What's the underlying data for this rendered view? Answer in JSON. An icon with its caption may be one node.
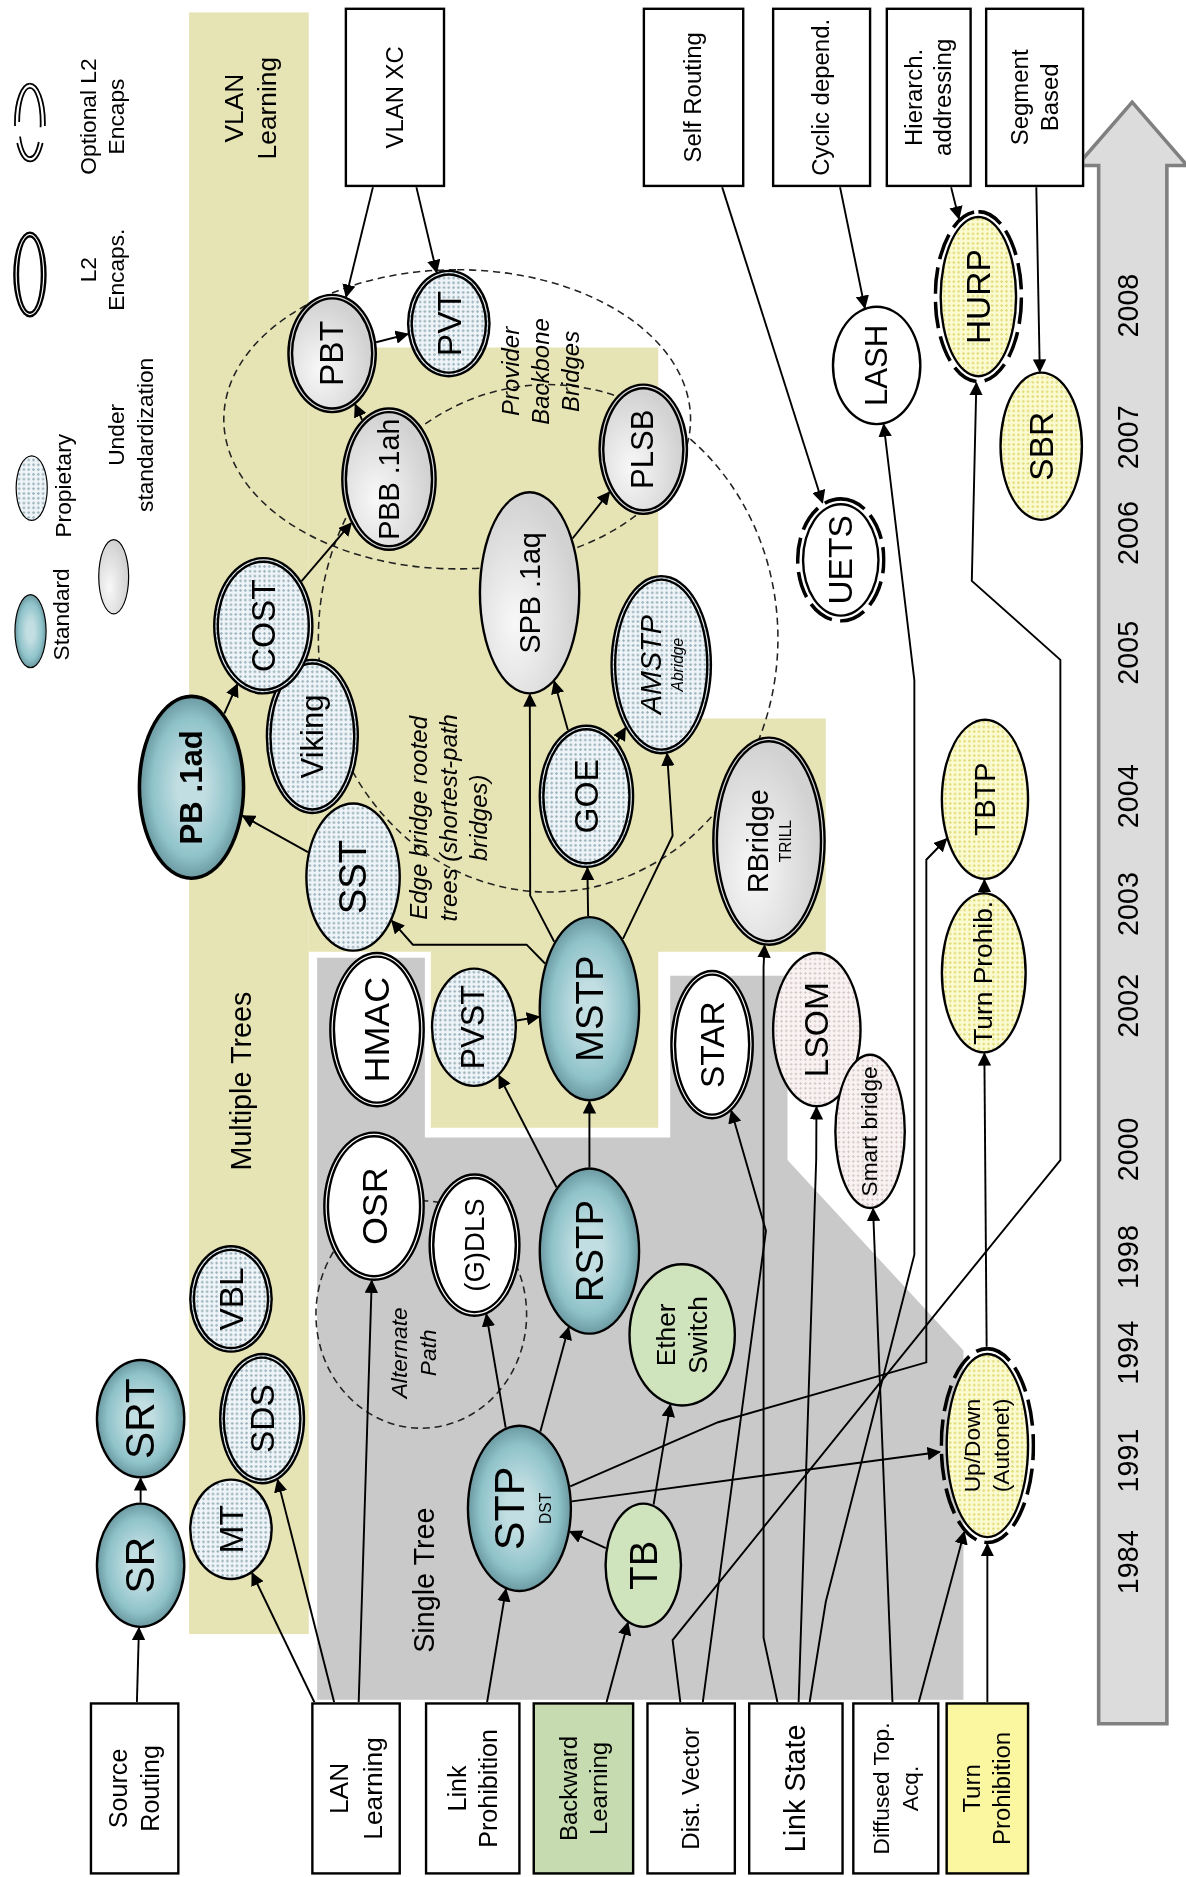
{
  "diagram": {
    "nodes": [
      {
        "text": [
          "Source Routing"
        ]
      },
      {
        "text": [
          "LAN Learning"
        ]
      },
      {
        "text": [
          "Link Prohibition"
        ]
      },
      {
        "text": [
          "Backward Learning"
        ]
      },
      {
        "text": [
          "Dist. Vector"
        ]
      },
      {
        "text": [
          "Link State"
        ]
      },
      {
        "text": [
          "Diffused Top. Acq."
        ]
      },
      {
        "text": [
          "Turn Prohibition"
        ]
      },
      {
        "text": [
          "SR"
        ]
      },
      {
        "text": [
          "SRT"
        ]
      },
      {
        "text": [
          "MT"
        ]
      },
      {
        "text": [
          "SDS"
        ]
      },
      {
        "text": [
          "VBL"
        ]
      },
      {
        "text": [
          "STP",
          "DST"
        ]
      },
      {
        "text": [
          "TB"
        ]
      },
      {
        "text": [
          "OSR"
        ]
      },
      {
        "text": [
          "(G)DLS"
        ]
      },
      {
        "text": [
          "RSTP"
        ]
      },
      {
        "text": [
          "Ether Switch"
        ]
      },
      {
        "text": [
          "HMAC"
        ]
      },
      {
        "text": [
          "PVST"
        ]
      },
      {
        "text": [
          "MSTP"
        ]
      },
      {
        "text": [
          "STAR"
        ]
      },
      {
        "text": [
          "LSOM"
        ]
      },
      {
        "text": [
          "Smart bridge"
        ]
      },
      {
        "text": [
          "Up/Down (Autonet)"
        ]
      },
      {
        "text": [
          "Turn Prohib."
        ]
      },
      {
        "text": [
          "TBTP"
        ]
      },
      {
        "text": [
          "SST"
        ]
      },
      {
        "text": [
          "PB .1ad"
        ]
      },
      {
        "text": [
          "Viking"
        ]
      },
      {
        "text": [
          "COST"
        ]
      },
      {
        "text": [
          "GOE"
        ]
      },
      {
        "text": [
          "AMSTP",
          "Abridge"
        ]
      },
      {
        "text": [
          "SPB .1aq"
        ]
      },
      {
        "text": [
          "RBridge",
          "TRILL"
        ]
      },
      {
        "text": [
          "PBB .1ah"
        ]
      },
      {
        "text": [
          "PBT"
        ]
      },
      {
        "text": [
          "PVT"
        ]
      },
      {
        "text": [
          "PLSB"
        ]
      },
      {
        "text": [
          "UETS"
        ]
      },
      {
        "text": [
          "LASH"
        ]
      },
      {
        "text": [
          "HURP"
        ]
      },
      {
        "text": [
          "SBR"
        ]
      },
      {
        "text": [
          "VLAN XC"
        ]
      },
      {
        "text": [
          "Self Routing"
        ]
      },
      {
        "text": [
          "Cyclic depend."
        ]
      },
      {
        "text": [
          "Hierarch. addressing"
        ]
      },
      {
        "text": [
          "Segment Based"
        ]
      }
    ],
    "edges": [
      {
        "from": 0,
        "to": 8,
        "arrow": "to"
      },
      {
        "from": 8,
        "to": 9,
        "arrow": "to"
      },
      {
        "from": 1,
        "to": 10,
        "arrow": "to"
      },
      {
        "from": 1,
        "to": 11,
        "arrow": "to"
      },
      {
        "from": 1,
        "to": 15,
        "arrow": "to"
      },
      {
        "from": 2,
        "to": 13,
        "arrow": "to"
      },
      {
        "from": 3,
        "to": 14,
        "arrow": "to"
      },
      {
        "from": 14,
        "to": 13,
        "arrow": "to"
      },
      {
        "from": 14,
        "to": 18,
        "arrow": "to"
      },
      {
        "from": 13,
        "to": 16,
        "arrow": "to"
      },
      {
        "from": 13,
        "to": 17,
        "arrow": "to"
      },
      {
        "from": 13,
        "to": 25,
        "arrow": "to"
      },
      {
        "from": 13,
        "to": 27,
        "arrow": "to"
      },
      {
        "from": 17,
        "to": 20,
        "arrow": "to"
      },
      {
        "from": 17,
        "to": 21,
        "arrow": "to"
      },
      {
        "from": 20,
        "to": 21,
        "arrow": "to"
      },
      {
        "from": 21,
        "to": 28,
        "arrow": "to"
      },
      {
        "from": 28,
        "to": 29,
        "arrow": "to"
      },
      {
        "from": 21,
        "to": 32,
        "arrow": "to"
      },
      {
        "from": 21,
        "to": 34,
        "arrow": "to"
      },
      {
        "from": 21,
        "to": 33,
        "arrow": "to"
      },
      {
        "from": 32,
        "to": 34,
        "arrow": "to"
      },
      {
        "from": 32,
        "to": 33,
        "arrow": "to"
      },
      {
        "from": 29,
        "to": 31,
        "arrow": "to"
      },
      {
        "from": 31,
        "to": 36,
        "arrow": "to"
      },
      {
        "from": 36,
        "to": 37,
        "arrow": "to"
      },
      {
        "from": 37,
        "to": 38,
        "arrow": "to"
      },
      {
        "from": 44,
        "to": 37,
        "arrow": "to"
      },
      {
        "from": 44,
        "to": 38,
        "arrow": "to"
      },
      {
        "from": 34,
        "to": 39,
        "arrow": "to"
      },
      {
        "from": 4,
        "to": 22,
        "arrow": "to"
      },
      {
        "from": 4,
        "to": 42,
        "arrow": "to"
      },
      {
        "from": 5,
        "to": 35,
        "arrow": "to"
      },
      {
        "from": 5,
        "to": 23,
        "arrow": "to"
      },
      {
        "from": 5,
        "to": 41,
        "arrow": "to"
      },
      {
        "from": 6,
        "to": 24,
        "arrow": "to"
      },
      {
        "from": 6,
        "to": 25,
        "arrow": "to"
      },
      {
        "from": 7,
        "to": 25,
        "arrow": "to"
      },
      {
        "from": 25,
        "to": 26,
        "arrow": "to"
      },
      {
        "from": 26,
        "to": 27,
        "arrow": "to"
      },
      {
        "from": 45,
        "to": 40,
        "arrow": "to"
      },
      {
        "from": 46,
        "to": 41,
        "arrow": "to"
      },
      {
        "from": 47,
        "to": 42,
        "arrow": "to"
      },
      {
        "from": 48,
        "to": 43,
        "arrow": "to"
      }
    ],
    "labels": [
      "VLAN Learning",
      "Multiple Trees",
      "Single Tree",
      "Alternate Path",
      "Edge bridge rooted trees (shortest-path bridges)",
      "Provider Backbone Bridges",
      "1984",
      "1991",
      "1994",
      "1998",
      "2000",
      "2002",
      "2003",
      "2004",
      "2005",
      "2006",
      "2007",
      "2008"
    ],
    "legend": [
      {
        "text": "Standard",
        "color": "#8fc3ca"
      },
      {
        "text": "Propietary",
        "color": "#eef4f7"
      },
      {
        "text": "Under standardization",
        "color": "#d2d2d2"
      },
      {
        "text": "L2 Encaps."
      },
      {
        "text": "Optional L2 Encaps"
      }
    ]
  }
}
